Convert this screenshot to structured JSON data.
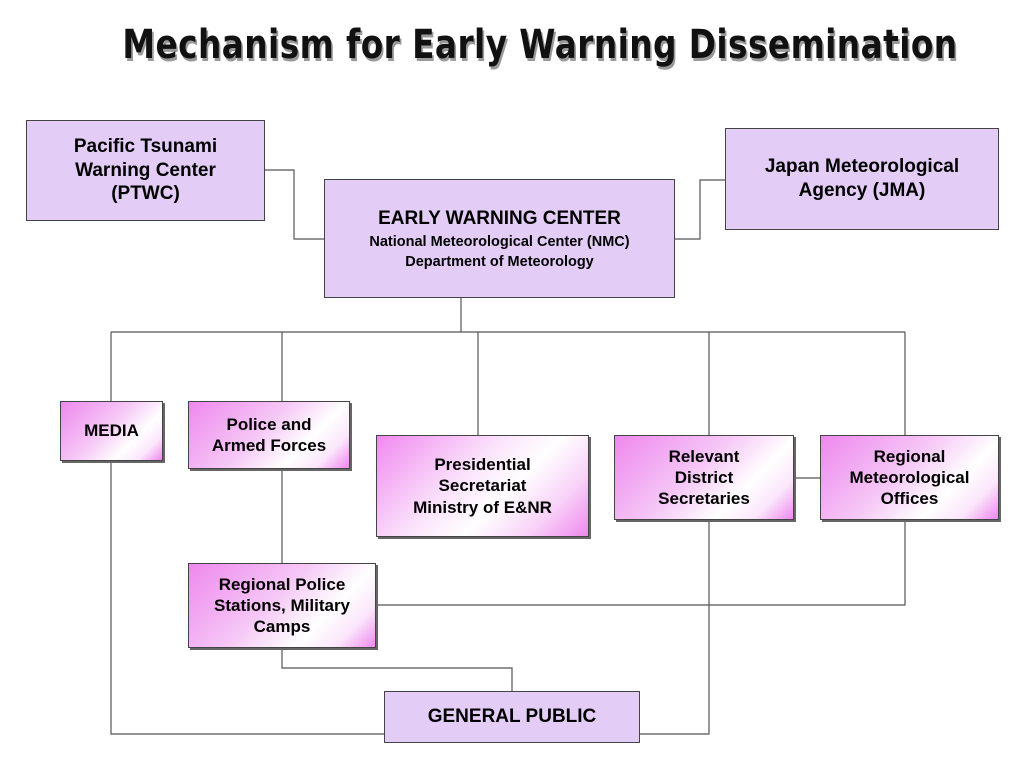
{
  "title": "Mechanism for Early Warning Dissemination",
  "nodes": {
    "ptwc": [
      "Pacific Tsunami",
      "Warning Center",
      "(PTWC)"
    ],
    "jma": [
      "Japan Meteorological",
      "Agency (JMA)"
    ],
    "ewc": {
      "heading": "EARLY WARNING CENTER",
      "line1": "National Meteorological Center (NMC)",
      "line2": "Department of Meteorology"
    },
    "media": "MEDIA",
    "police": [
      "Police and",
      "Armed Forces"
    ],
    "presidential": [
      "Presidential",
      "Secretariat",
      "Ministry of E&NR"
    ],
    "district": [
      "Relevant",
      "District",
      "Secretaries"
    ],
    "regional_met": [
      "Regional",
      "Meteorological",
      "Offices"
    ],
    "regional_police": [
      "Regional Police",
      "Stations, Military",
      "Camps"
    ],
    "public": "GENERAL PUBLIC"
  },
  "colors": {
    "header_box": "#e3cdf7",
    "pink_gradient": "#ee88ee",
    "lines": "#555555"
  }
}
